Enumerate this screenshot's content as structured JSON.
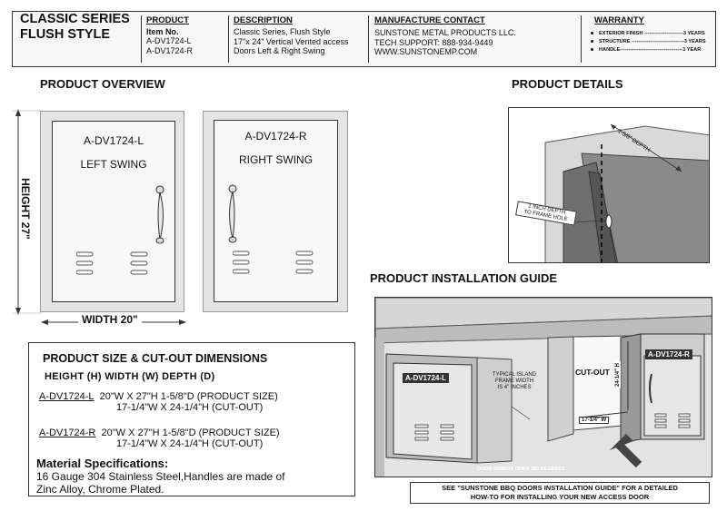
{
  "header": {
    "brand_line1": "CLASSIC SERIES",
    "brand_line2": "FLUSH STYLE",
    "product_label": "PRODUCT",
    "item_no_label": "Item No.",
    "item_1": "A-DV1724-L",
    "item_2": "A-DV1724-R",
    "description_label": "DESCRIPTION",
    "description_1": "Classic Series, Flush Style",
    "description_2": "17\"x 24\" Vertical Vented access",
    "description_3": "Doors Left & Right Swing",
    "contact_label": "MANUFACTURE CONTACT",
    "contact_1": "SUNSTONE METAL PRODUCTS LLC.",
    "contact_2": "TECH SUPPORT: 888-934-9449",
    "contact_3": "WWW.SUNSTONEMP.COM",
    "warranty_label": "WARRANTY",
    "warranty_1": "EXTERIOR FINISH -----------------------3 YEARS",
    "warranty_2": "STRUCTURE -------------------------------3 YEARS",
    "warranty_3": "HANDLE-------------------------------------1 YEAR"
  },
  "overview": {
    "title": "PRODUCT OVERVIEW",
    "left_model": "A-DV1724-L",
    "left_swing": "LEFT SWING",
    "right_model": "A-DV1724-R",
    "right_swing": "RIGHT SWING",
    "height_label": "HEIGHT 27\"",
    "width_label": "WIDTH 20\""
  },
  "details": {
    "title": "PRODUCT DETAILS",
    "depth_label": "1-5/8\" DEPTH",
    "frame_hole_1": "1 INCH DEPTH",
    "frame_hole_2": "TO FRAME HOLE"
  },
  "installation": {
    "title": "PRODUCT INSTALLATION GUIDE",
    "left_tag": "A-DV1724-L",
    "right_tag": "A-DV1724-R",
    "cutout_label": "CUT-OUT",
    "frame_note_1": "TYPICAL ISLAND",
    "frame_note_2": "FRAME WIDTH",
    "frame_note_3": "IS 4\" INCHES",
    "cut_height": "24-1/4\" H",
    "cut_width": "17-1/4\" W",
    "swing_note": "DOOR SWINGS OPEN 180 DEGREES",
    "guide_note_1": "SEE \"SUNSTONE BBQ DOORS INSTALLATION GUIDE\" FOR A DETAILED",
    "guide_note_2": "HOW-TO FOR INSTALLING YOUR NEW ACCESS DOOR"
  },
  "specs": {
    "title": "PRODUCT SIZE & CUT-OUT DIMENSIONS",
    "subtitle": "HEIGHT (H) WIDTH (W) DEPTH (D)",
    "rows": [
      {
        "model": "A-DV1724-L",
        "line1": "20\"W X 27\"H 1-5/8\"D (PRODUCT SIZE)",
        "line2": "17-1/4\"W X 24-1/4\"H (CUT-OUT)"
      },
      {
        "model": "A-DV1724-R",
        "line1": "20\"W X 27\"H 1-5/8\"D (PRODUCT SIZE)",
        "line2": "17-1/4\"W X 24-1/4\"H (CUT-OUT)"
      }
    ],
    "material_title": "Material Specifications:",
    "material_1": "16 Gauge 304 Stainless Steel,Handles are made of",
    "material_2": "Zinc Alloy, Chrome Plated."
  }
}
